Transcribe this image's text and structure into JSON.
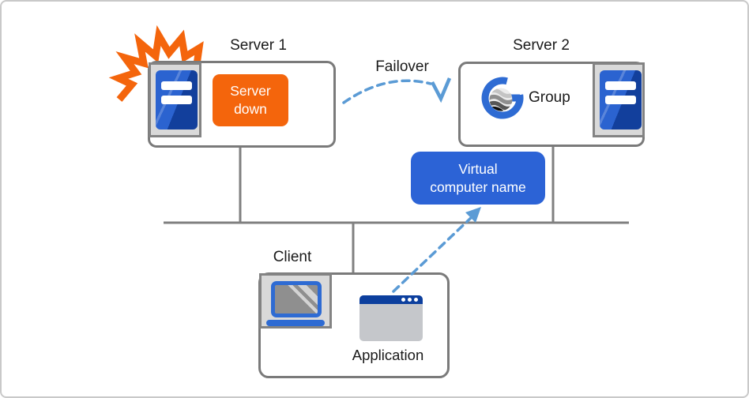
{
  "nodes": {
    "server1": {
      "label": "Server 1",
      "status_line1": "Server",
      "status_line2": "down"
    },
    "server2": {
      "label": "Server 2",
      "group_label": "Group"
    },
    "virtual_name": {
      "line1": "Virtual",
      "line2": "computer name"
    },
    "client": {
      "label": "Client",
      "application_label": "Application"
    }
  },
  "arrows": {
    "failover_label": "Failover"
  },
  "icons": [
    "crash-burst-icon",
    "server-icon",
    "group-logo-icon",
    "laptop-icon",
    "app-window-icon"
  ],
  "colors": {
    "alert_orange": "#f4650c",
    "virtual_box_blue": "#2c63d6",
    "icon_blue": "#2e6bd3",
    "tower_blue": "#2b63d0",
    "tower_navy": "#123f9c",
    "titlebar_navy": "#0c3f9e",
    "arrow_blue": "#5b9bd5",
    "line_gray": "#808080",
    "box_border_gray": "#7a7a7a",
    "icon_bg_gray": "#d9d9d9"
  }
}
